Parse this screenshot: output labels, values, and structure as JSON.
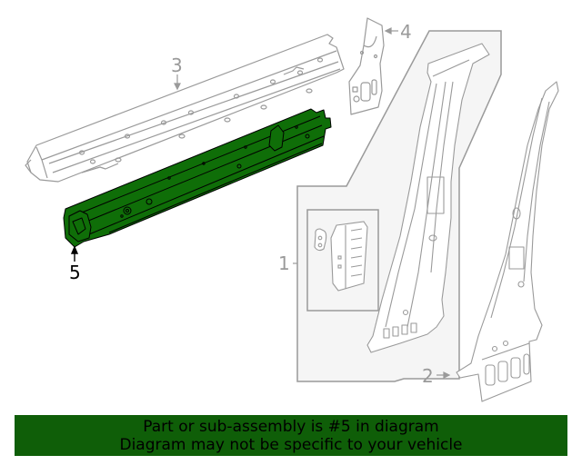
{
  "diagram": {
    "highlight_color": "#0f6e08",
    "line_color": "#9a9a9a",
    "group_fill": "#f5f5f5",
    "callouts": [
      {
        "id": "1",
        "label": "1",
        "part": "center pillar assembly (group)"
      },
      {
        "id": "2",
        "label": "2",
        "part": "center pillar inner panel"
      },
      {
        "id": "3",
        "label": "3",
        "part": "rocker inner panel"
      },
      {
        "id": "4",
        "label": "4",
        "part": "pillar reinforcement bracket"
      },
      {
        "id": "5",
        "label": "5",
        "part": "rocker reinforcement (highlighted)"
      }
    ]
  },
  "banner": {
    "line1": "Part or sub-assembly is #5 in diagram",
    "line2": "Diagram may not be specific to your vehicle",
    "background": "#0f5e08"
  }
}
